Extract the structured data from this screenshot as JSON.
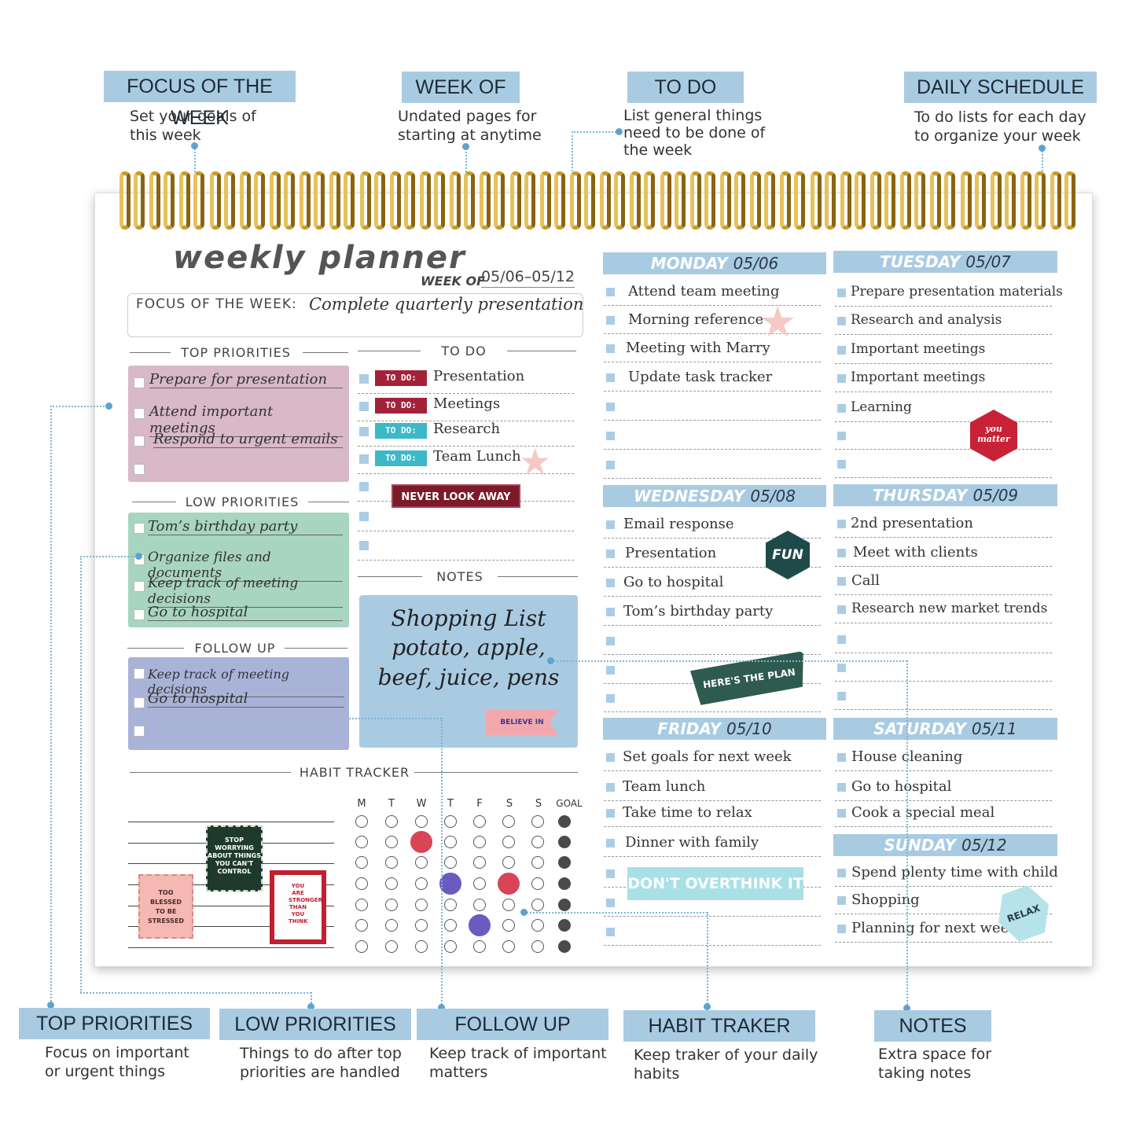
{
  "callouts_top": [
    {
      "tag": "FOCUS OF THE WEEK",
      "desc1": "Set your goals of",
      "desc2": "this week"
    },
    {
      "tag": "WEEK OF",
      "desc1": "Undated pages for",
      "desc2": "starting at anytime"
    },
    {
      "tag": "TO DO",
      "desc1": "List general things",
      "desc2": "need to be done of",
      "desc3": "the week"
    },
    {
      "tag": "DAILY SCHEDULE",
      "desc1": "To do lists for each day",
      "desc2": "to organize your week"
    }
  ],
  "callouts_bottom": [
    {
      "tag": "TOP PRIORITIES",
      "desc1": "Focus on important",
      "desc2": "or urgent things"
    },
    {
      "tag": "LOW PRIORITIES",
      "desc1": "Things to do after top",
      "desc2": "priorities are handled"
    },
    {
      "tag": "FOLLOW UP",
      "desc1": "Keep track of important",
      "desc2": "matters"
    },
    {
      "tag": "HABIT TRAKER",
      "desc1": "Keep traker of your daily",
      "desc2": "habits"
    },
    {
      "tag": "NOTES",
      "desc1": "Extra space for",
      "desc2": "taking notes"
    }
  ],
  "planner": {
    "title": "weekly planner",
    "week_of_label": "WEEK OF",
    "week_of_value": "05/06–05/12",
    "focus_label": "FOCUS OF THE WEEK:",
    "focus_value": "Complete quarterly presentation",
    "top_priorities": {
      "heading": "TOP PRIORITIES",
      "items": [
        "Prepare for presentation",
        "Attend important meetings",
        "Respond to urgent emails",
        ""
      ]
    },
    "low_priorities": {
      "heading": "LOW PRIORITIES",
      "items": [
        "Tom’s birthday party",
        "Organize files and documents",
        "Keep track of meeting decisions",
        "Go to hospital"
      ]
    },
    "follow_up": {
      "heading": "FOLLOW UP",
      "items": [
        "Keep track of meeting decisions",
        "Go to hospital",
        ""
      ]
    },
    "todo": {
      "heading": "TO DO",
      "tag": "TO DO:",
      "items": [
        "Presentation",
        "Meetings",
        "Research",
        "Team Lunch"
      ]
    },
    "notes": {
      "heading": "NOTES",
      "lines": [
        "Shopping List",
        "potato, apple,",
        "beef, juice, pens"
      ]
    },
    "habit_tracker": {
      "heading": "HABIT TRACKER",
      "days": [
        "M",
        "T",
        "W",
        "T",
        "F",
        "S",
        "S"
      ],
      "goal_label": "GOAL"
    },
    "stickers": {
      "never_look_away": "NEVER LOOK AWAY",
      "believe": "BELIEVE IN YOURSELF",
      "you_matter": "you matter",
      "fun": "FUN",
      "heres_the_plan": "HERE'S THE PLAN",
      "dont_overthink": "DON'T OVERTHINK IT",
      "relax": "RELAX",
      "stop_worrying": "STOP WORRYING ABOUT THINGS YOU CAN'T CONTROL",
      "too_blessed": "TOO BLESSED TO BE STRESSED",
      "stronger": "YOU ARE STRONGER THAN YOU THINK"
    },
    "days": [
      {
        "name": "MONDAY",
        "date": "05/06",
        "items": [
          "Attend  team meeting",
          "Morning reference",
          "Meeting with Marry",
          "Update task tracker"
        ]
      },
      {
        "name": "TUESDAY",
        "date": "05/07",
        "items": [
          "Prepare presentation materials",
          "Research and analysis",
          "Important meetings",
          "Important meetings",
          "Learning"
        ]
      },
      {
        "name": "WEDNESDAY",
        "date": "05/08",
        "items": [
          "Email response",
          "Presentation",
          "Go to hospital",
          "Tom’s birthday party"
        ]
      },
      {
        "name": "THURSDAY",
        "date": "05/09",
        "items": [
          "2nd presentation",
          "Meet with clients",
          "Call",
          "Research new market trends"
        ]
      },
      {
        "name": "FRIDAY",
        "date": "05/10",
        "items": [
          "Set goals for next week",
          "Team lunch",
          "Take time to relax",
          "Dinner with family"
        ]
      },
      {
        "name": "SATURDAY",
        "date": "05/11",
        "items": [
          "House cleaning",
          "Go to hospital",
          "Cook a special meal"
        ]
      },
      {
        "name": "SUNDAY",
        "date": "05/12",
        "items": [
          "Spend plenty time with child",
          "Shopping",
          "Planning for next week"
        ]
      }
    ]
  },
  "colors": {
    "callout_bg": "#a9cbe2",
    "top_priorities": "#d9b8c8",
    "low_priorities": "#a8d5bf",
    "follow_up": "#a9b3d8",
    "gold_coil": "#c79a2a",
    "habit_red": "#d94457",
    "habit_purple": "#6a5bc2"
  }
}
